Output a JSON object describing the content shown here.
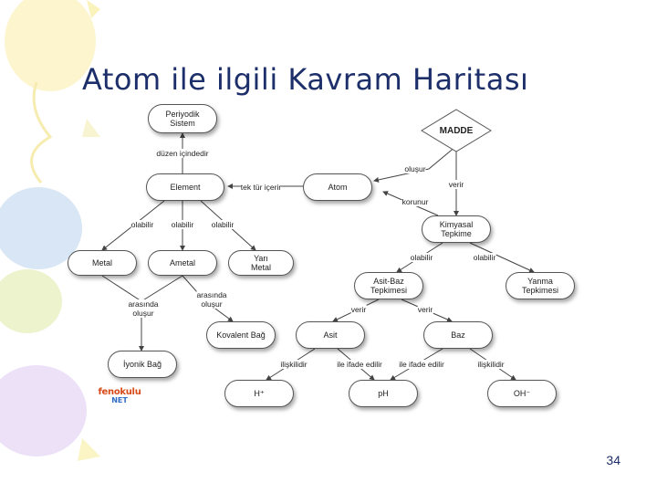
{
  "slide": {
    "title": "Atom ile ilgili Kavram Haritası",
    "page_number": "34",
    "logo": {
      "line1": "fenokulu",
      "line2": "NET"
    }
  },
  "nodes": {
    "periyodik_sistem": "Periyodik\nSistem",
    "madde": "MADDE",
    "element": "Element",
    "atom": "Atom",
    "kimyasal_tepkime": "Kimyasal\nTepkime",
    "metal": "Metal",
    "ametal": "Ametal",
    "yari_metal": "Yarı\nMetal",
    "asit_baz_tepkimesi": "Asit-Baz\nTepkimesi",
    "yanma_tepkimesi": "Yanma\nTepkimesi",
    "kovalent_bag": "Kovalent Bağ",
    "asit": "Asit",
    "baz": "Baz",
    "iyonik_bag": "İyonik Bağ",
    "h_ion": "H⁺",
    "ph": "pH",
    "oh_ion": "OH⁻"
  },
  "links": {
    "duzen_icindedir": "düzen içindedir",
    "tek_tur_icerir": "tek tür içerir",
    "olusur": "oluşur",
    "verir_madde": "verir",
    "korunur": "korunur",
    "olabilir_metal": "olabilir",
    "olabilir_ametal": "olabilir",
    "olabilir_yari": "olabilir",
    "olabilir_asitbaz": "olabilir",
    "olabilir_yanma": "olabilir",
    "arasinda_olusur_1": "arasında\noluşur",
    "arasinda_olusur_2": "arasında\noluşur",
    "verir_asit": "verir",
    "verir_baz": "verir",
    "iliskilidir_1": "ilişkilidir",
    "ile_ifade_edilir_1": "ile ifade edilir",
    "ile_ifade_edilir_2": "ile ifade edilir",
    "iliskilidir_2": "ilişkilidir"
  },
  "colors": {
    "title": "#1d2f6a",
    "node_border": "#555555",
    "connector": "#444444"
  }
}
